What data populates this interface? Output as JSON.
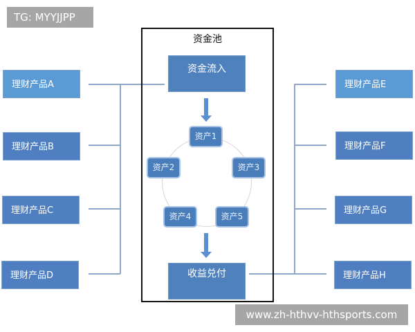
{
  "watermark_top": "TG: MYYJJPP",
  "watermark_bottom": "www.zh-hthvv-hthsports.com",
  "pool": {
    "title": "资金池",
    "inflow_label": "资金流入",
    "payout_label": "收益兑付",
    "assets": [
      "资产1",
      "资产2",
      "资产3",
      "资产4",
      "资产5"
    ]
  },
  "left_products": [
    "理财产品A",
    "理财产品B",
    "理财产品C",
    "理财产品D"
  ],
  "right_products": [
    "理财产品E",
    "理财产品F",
    "理财产品G",
    "理财产品H"
  ],
  "colors": {
    "light_blue": "#5b9bd5",
    "dark_blue": "#4f7fc0",
    "core_blue": "#4f81bd",
    "connector": "#8ea7c8",
    "watermark_bg": "#a6a6a6"
  }
}
